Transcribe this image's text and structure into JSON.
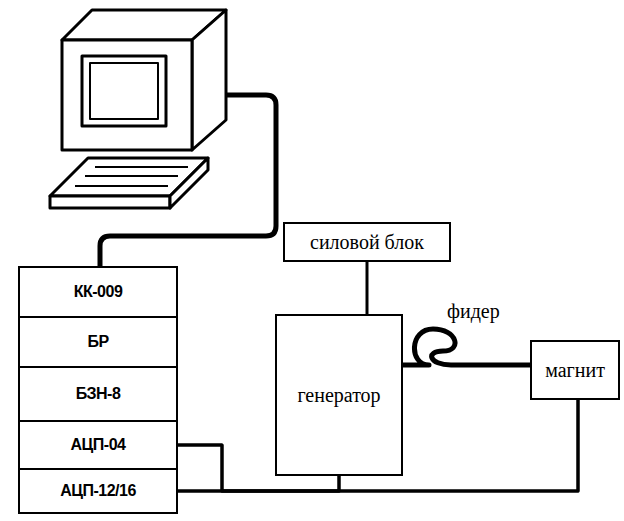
{
  "diagram": {
    "nodes": [
      {
        "text": [
          "КК-009"
        ]
      },
      {
        "text": [
          "БР"
        ]
      },
      {
        "text": [
          "БЗН-8"
        ]
      },
      {
        "text": [
          "АЦП-04"
        ]
      },
      {
        "text": [
          "АЦП-12/16"
        ]
      },
      {
        "text": [
          "силовой блок"
        ]
      },
      {
        "text": [
          "генератор"
        ]
      },
      {
        "text": [
          "магнит"
        ]
      }
    ],
    "edges": [
      {
        "from": 5,
        "to": 6,
        "arrow": "none"
      },
      {
        "from": 6,
        "to": 7,
        "label": "фидер",
        "arrow": "none"
      },
      {
        "from": 3,
        "to": 6,
        "arrow": "none"
      },
      {
        "from": 3,
        "to": 7,
        "arrow": "none"
      },
      {
        "from": 4,
        "to": 6,
        "arrow": "none"
      },
      {
        "from": 4,
        "to": 7,
        "arrow": "none"
      }
    ]
  }
}
